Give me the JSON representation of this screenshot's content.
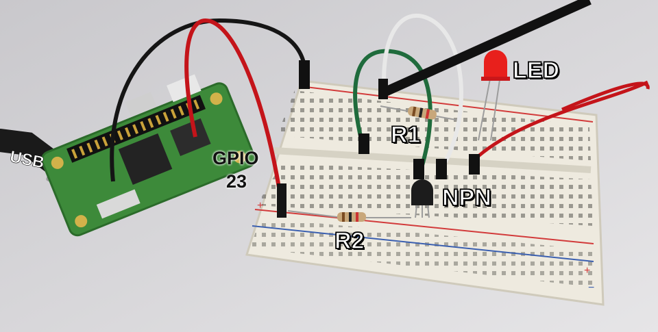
{
  "labels": {
    "usb": "USB",
    "led": "LED",
    "r1": "R1",
    "gpio": "GPIO",
    "gpio_pin": "23",
    "npn": "NPN",
    "r2": "R2"
  },
  "colors": {
    "background": "#d9d8da",
    "breadboard": "#eeeadf",
    "board_pcb": "#3d8a3a",
    "wire_black": "#151515",
    "wire_red": "#c4141a",
    "wire_green": "#1f6b3c",
    "wire_white": "#e8e8e8",
    "led_red": "#e8201c",
    "rail_red": "#d23a3a",
    "rail_blue": "#3a5fb0"
  }
}
